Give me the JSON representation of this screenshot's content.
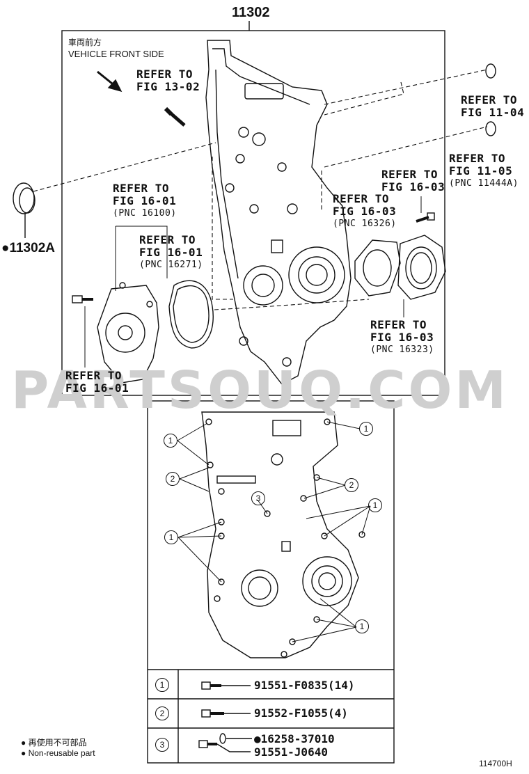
{
  "title_part": "11302",
  "front_label_jp": "車両前方",
  "front_label_en": "VEHICLE FRONT SIDE",
  "seal_part": "●11302A",
  "refs": {
    "r1302": [
      "REFER TO",
      "FIG 13-02"
    ],
    "r1104": [
      "REFER TO",
      "FIG 11-04"
    ],
    "r1105": [
      "REFER TO",
      "FIG 11-05",
      "(PNC 11444A)"
    ],
    "r1603a": [
      "REFER TO",
      "FIG 16-03"
    ],
    "r1603b": [
      "REFER TO",
      "FIG 16-03",
      "(PNC 16326)"
    ],
    "r1601a": [
      "REFER TO",
      "FIG 16-01",
      "(PNC 16100)"
    ],
    "r1601b": [
      "REFER TO",
      "FIG 16-01",
      "(PNC 16271)"
    ],
    "r1603c": [
      "REFER TO",
      "FIG 16-03",
      "(PNC 16323)"
    ],
    "r1601c": [
      "REFER TO",
      "FIG 16-01"
    ]
  },
  "callout_labels": [
    "1",
    "1",
    "2",
    "2",
    "3",
    "1",
    "1",
    "1"
  ],
  "table": [
    {
      "key": "1",
      "parts": [
        "91551-F0835(14)"
      ]
    },
    {
      "key": "2",
      "parts": [
        "91552-F1055(4)"
      ]
    },
    {
      "key": "3",
      "parts": [
        "●16258-37010",
        "91551-J0640"
      ]
    }
  ],
  "legend_jp": "● 再使用不可部品",
  "legend_en": "● Non-reusable part",
  "figure_code": "114700H",
  "watermark": "PARTSOUQ.COM"
}
